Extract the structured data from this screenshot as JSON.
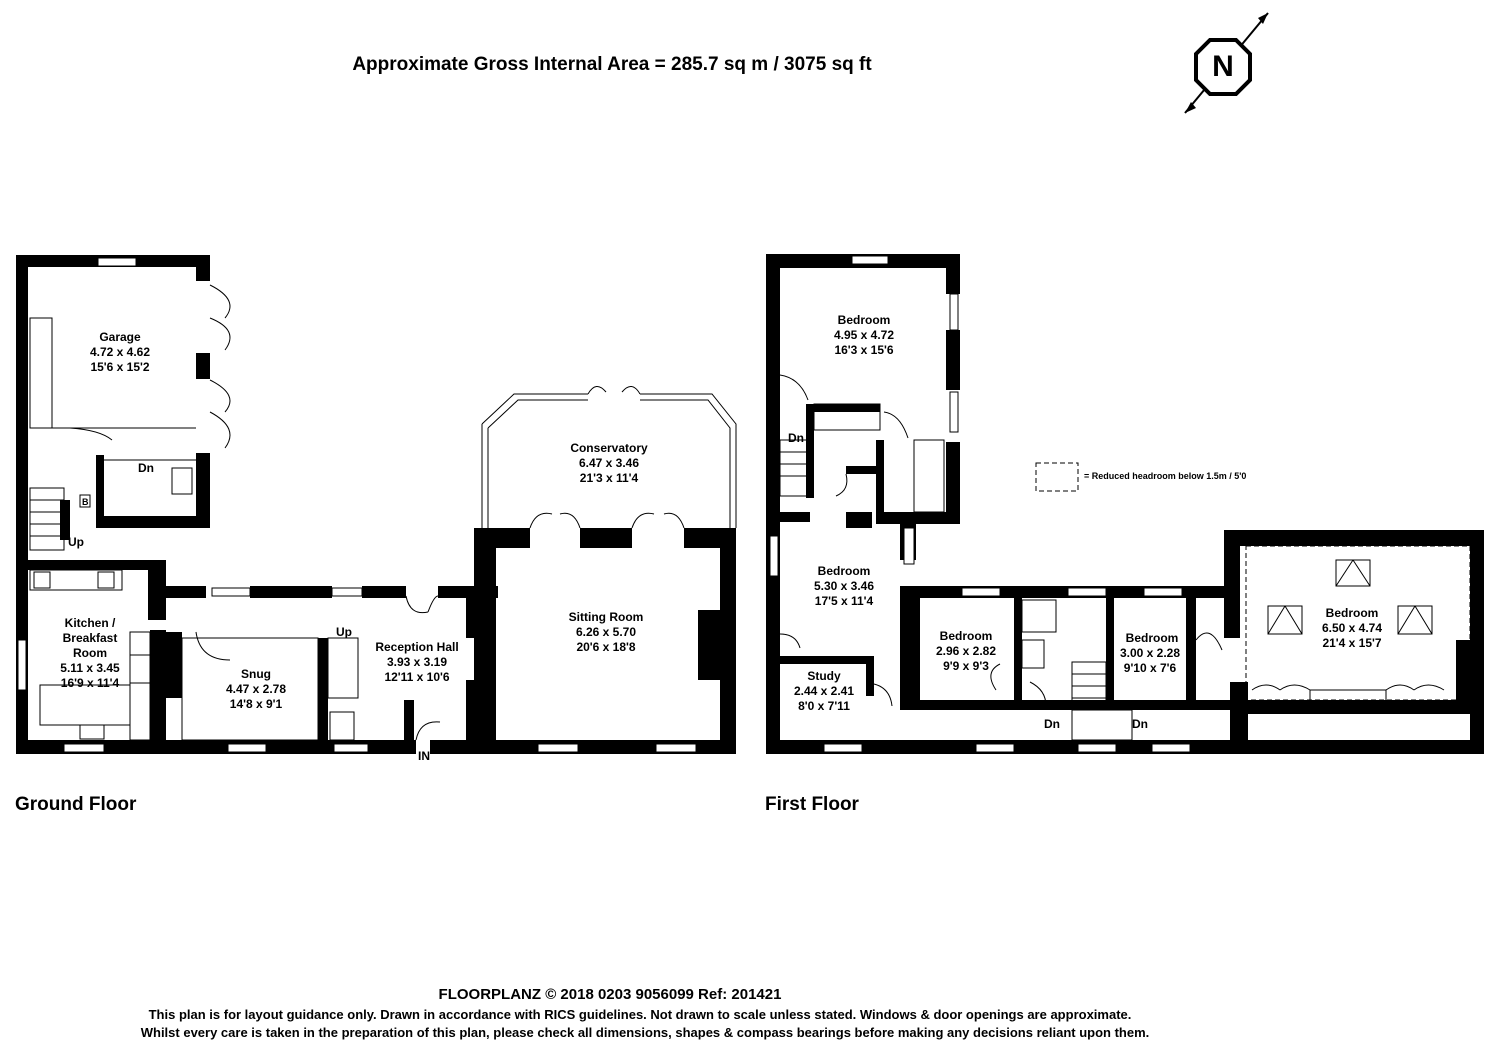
{
  "header": {
    "area_title": "Approximate Gross Internal Area = 285.7 sq m / 3075 sq ft",
    "compass_letter": "N"
  },
  "floors": {
    "ground": {
      "label": "Ground Floor",
      "rooms": [
        {
          "name": "Garage",
          "metric": "4.72 x 4.62",
          "imperial": "15'6 x 15'2"
        },
        {
          "name": "Conservatory",
          "metric": "6.47 x 3.46",
          "imperial": "21'3 x 11'4"
        },
        {
          "name": "Sitting Room",
          "metric": "6.26 x 5.70",
          "imperial": "20'6 x 18'8"
        },
        {
          "name": "Kitchen /",
          "name2": "Breakfast",
          "name3": "Room",
          "metric": "5.11 x 3.45",
          "imperial": "16'9 x 11'4"
        },
        {
          "name": "Snug",
          "metric": "4.47 x 2.78",
          "imperial": "14'8 x 9'1"
        },
        {
          "name": "Reception Hall",
          "metric": "3.93 x 3.19",
          "imperial": "12'11 x 10'6"
        }
      ],
      "markers": {
        "dn": "Dn",
        "up1": "Up",
        "up2": "Up",
        "entrance": "IN",
        "boiler": "B"
      }
    },
    "first": {
      "label": "First Floor",
      "rooms": [
        {
          "name": "Bedroom",
          "metric": "4.95 x 4.72",
          "imperial": "16'3 x 15'6"
        },
        {
          "name": "Bedroom",
          "metric": "5.30 x 3.46",
          "imperial": "17'5 x 11'4"
        },
        {
          "name": "Study",
          "metric": "2.44 x 2.41",
          "imperial": "8'0 x 7'11"
        },
        {
          "name": "Bedroom",
          "metric": "2.96 x 2.82",
          "imperial": "9'9 x 9'3"
        },
        {
          "name": "Bedroom",
          "metric": "3.00 x 2.28",
          "imperial": "9'10 x 7'6"
        },
        {
          "name": "Bedroom",
          "metric": "6.50 x 4.74",
          "imperial": "21'4 x 15'7"
        }
      ],
      "markers": {
        "dn1": "Dn",
        "dn2": "Dn",
        "dn3": "Dn"
      }
    }
  },
  "legend": {
    "reduced_headroom": "= Reduced headroom below 1.5m / 5'0"
  },
  "footer": {
    "brand_line": "FLOORPLANZ © 2018    0203 9056099    Ref: 201421",
    "note_line1": "This plan is for layout guidance only. Drawn in accordance with RICS guidelines. Not drawn to scale unless stated. Windows & door openings are approximate.",
    "note_line2": "Whilst every care is taken in the preparation of this plan, please check all dimensions, shapes & compass bearings before making any decisions reliant upon them."
  }
}
